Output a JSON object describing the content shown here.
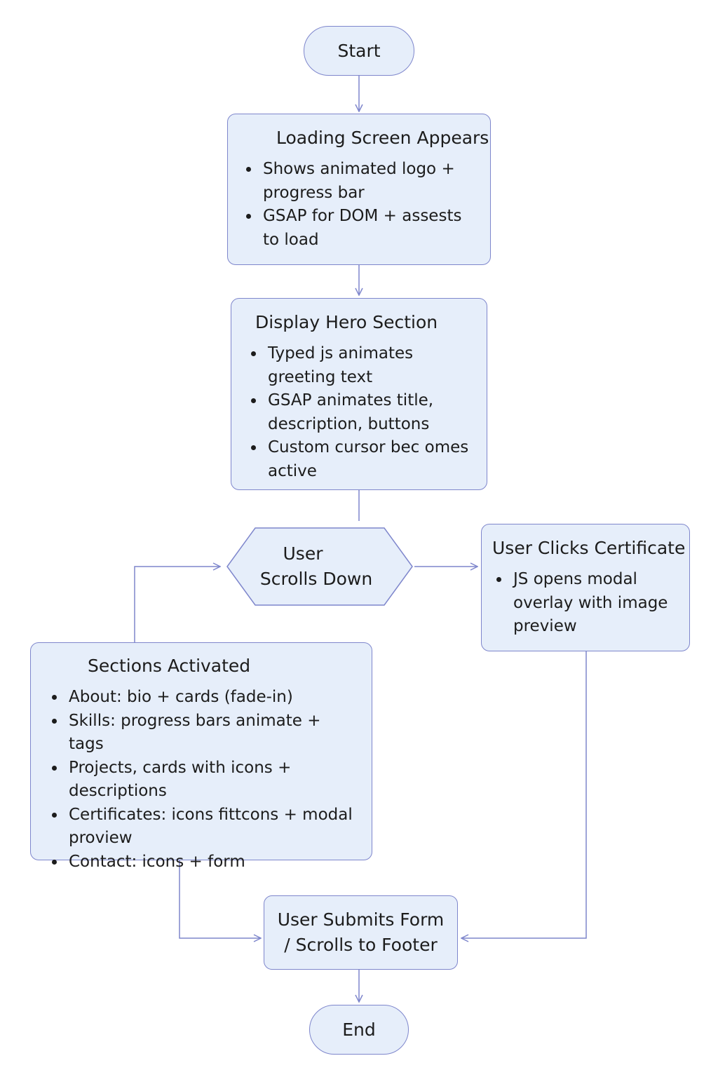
{
  "start": {
    "label": "Start"
  },
  "loading": {
    "title": "Loading Screen Appears",
    "items": [
      "Shows animated logo + progress bar",
      "GSAP for DOM + assests to load"
    ]
  },
  "hero": {
    "title": "Display Hero Section",
    "items": [
      "Typed js animates greeting text",
      "GSAP animates title, description, buttons",
      "Custom cursor bec omes active"
    ]
  },
  "scroll": {
    "line1": "User",
    "line2": "Scrolls Down"
  },
  "certificate": {
    "title": "User Clicks Certificate",
    "items": [
      "JS opens modal overlay with image preview"
    ]
  },
  "sections": {
    "title": "Sections Activated",
    "items": [
      "About: bio + cards (fade-in)",
      "Skills: progress bars animate + tags",
      "Projects, cards with icons + descriptions",
      "Certificates: icons fittcons + modal proview",
      "Contact: icons + form"
    ]
  },
  "submit": {
    "line1": "User Submits Form",
    "line2": "/ Scrolls to Footer"
  },
  "end": {
    "label": "End"
  },
  "colors": {
    "fill": "#e6eefa",
    "stroke": "#7e86cc",
    "text": "#1c1c1c"
  }
}
